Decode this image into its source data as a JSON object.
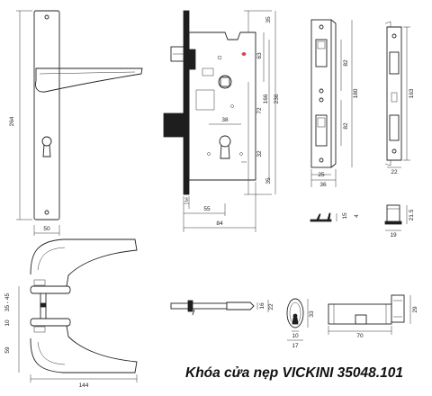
{
  "caption": "Khóa cửa nẹp VICKINI 35048.101",
  "dimensions": {
    "plate_height": "264",
    "plate_width": "50",
    "case_top": "35",
    "case_63": "63",
    "case_72": "72",
    "case_166": "166",
    "case_236": "236",
    "case_38": "38",
    "case_32": "32",
    "case_bottom": "35",
    "case_3": "3",
    "case_55": "55",
    "case_84": "84",
    "strike_82_top": "82",
    "strike_180": "180",
    "strike_82_bottom": "82",
    "strike_25": "25",
    "strike_36": "36",
    "strike_15": "15",
    "strike_4": "4",
    "keeper_163": "163",
    "keeper_22": "22",
    "keeper_215": "21.5",
    "keeper_19": "19",
    "handle_35_45": "35 - 45",
    "handle_10": "10",
    "handle_59": "59",
    "handle_144": "144",
    "spindle_16": "16",
    "spindle_22": "22",
    "escutcheon_33": "33",
    "escutcheon_10": "10",
    "escutcheon_17": "17",
    "cylinder_70": "70",
    "cylinder_29": "29"
  }
}
